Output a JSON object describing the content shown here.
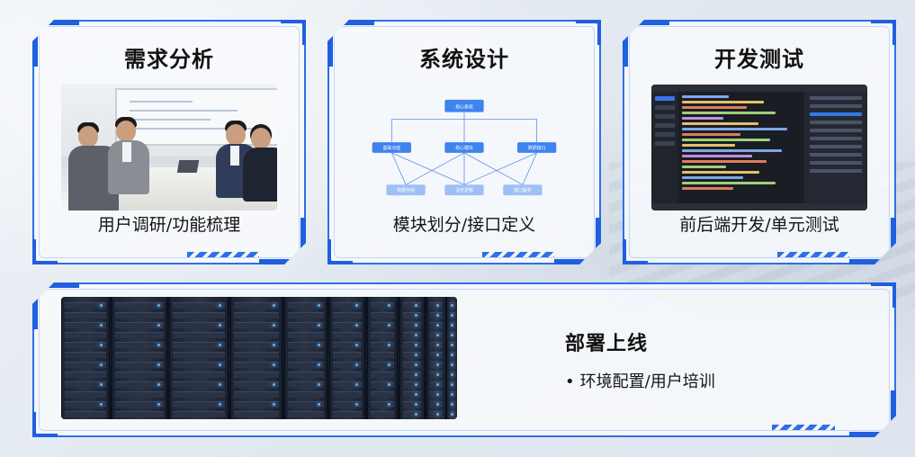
{
  "cards": [
    {
      "title": "需求分析",
      "subtitle": "用户调研/功能梳理"
    },
    {
      "title": "系统设计",
      "subtitle": "模块划分/接口定义",
      "diagram": {
        "top": "核心系统",
        "middle": [
          "基础功能",
          "核心模块",
          "数据接口"
        ],
        "bottom": [
          "数据存储",
          "业务逻辑",
          "接口服务"
        ]
      }
    },
    {
      "title": "开发测试",
      "subtitle": "前后端开发/单元测试"
    }
  ],
  "deploy": {
    "title": "部署上线",
    "bullet": "环境配置/用户培训",
    "bullet_marker": "•"
  },
  "colors": {
    "accent": "#2f6fe8",
    "node_primary": "#3f83ee",
    "node_secondary": "#9ec0f4"
  }
}
